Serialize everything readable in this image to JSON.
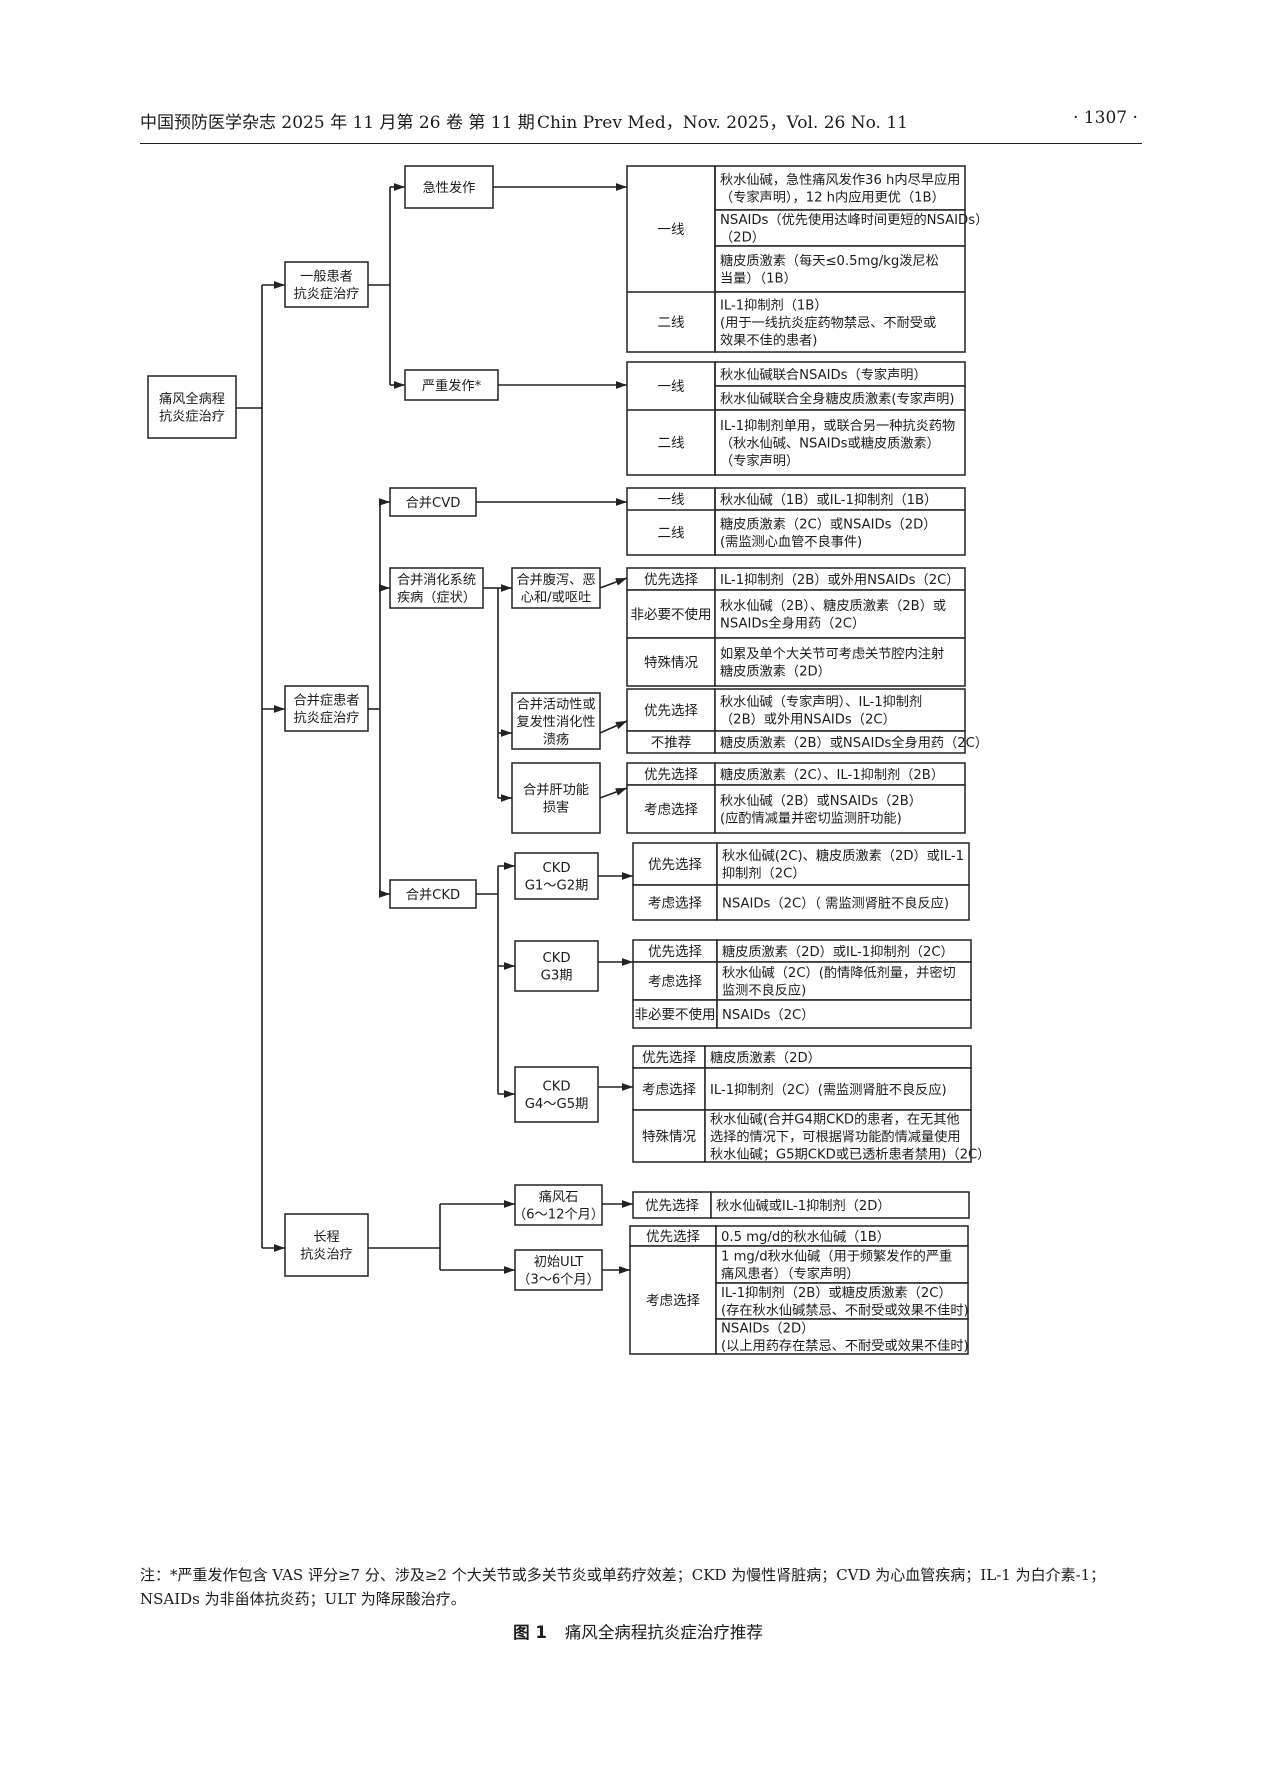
{
  "header": {
    "left": "中国预防医学杂志 2025 年 11 月第 26 卷 第 11 期",
    "middle": "Chin Prev Med，Nov. 2025，Vol. 26 No. 11",
    "page": "· 1307 ·"
  },
  "diagram": {
    "root": [
      "痛风全病程",
      "抗炎症治疗"
    ],
    "l1": {
      "general": [
        "一般患者",
        "抗炎症治疗"
      ],
      "comorbid": [
        "合并症患者",
        "抗炎症治疗"
      ],
      "longterm": [
        "长程",
        "抗炎治疗"
      ]
    },
    "l2": {
      "acute": [
        "急性发作"
      ],
      "severe": [
        "严重发作*"
      ],
      "cvd": [
        "合并CVD"
      ],
      "digestive": [
        "合并消化系统",
        "疾病（症状）"
      ],
      "ckd": [
        "合并CKD"
      ],
      "tophus": [
        "痛风石",
        "（6～12个月）"
      ],
      "ult": [
        "初始ULT",
        "（3～6个月）"
      ]
    },
    "l3": {
      "diarrhea": [
        "合并腹泻、恶",
        "心和/或呕吐"
      ],
      "ulcer": [
        "合并活动性或",
        "复发性消化性",
        "溃疡"
      ],
      "liver": [
        "合并肝功能",
        "损害"
      ],
      "ckd12": [
        "CKD",
        "G1～G2期"
      ],
      "ckd3": [
        "CKD",
        "G3期"
      ],
      "ckd45": [
        "CKD",
        "G4～G5期"
      ]
    },
    "tiers": {
      "first_line": "一线",
      "second_line": "二线",
      "preferred": "优先选择",
      "not_necessary": "非必要不使用",
      "special": "特殊情况",
      "not_recommended": "不推荐",
      "consider": "考虑选择"
    },
    "recs": {
      "acute_1a": [
        "秋水仙碱，急性痛风发作36 h内尽早应用",
        "（专家声明），12 h内应用更优（1B）"
      ],
      "acute_1b": [
        "NSAIDs（优先使用达峰时间更短的NSAIDs）",
        "（2D）"
      ],
      "acute_1c": [
        "糖皮质激素（每天≤0.5mg/kg泼尼松",
        "当量）（1B）"
      ],
      "acute_2": [
        "IL-1抑制剂（1B）",
        "(用于一线抗炎症药物禁忌、不耐受或",
        "效果不佳的患者)"
      ],
      "severe_1a": [
        "秋水仙碱联合NSAIDs（专家声明）"
      ],
      "severe_1b": [
        "秋水仙碱联合全身糖皮质激素(专家声明)"
      ],
      "severe_2": [
        "IL-1抑制剂单用，或联合另一种抗炎药物",
        "（秋水仙碱、NSAIDs或糖皮质激素）",
        "（专家声明）"
      ],
      "cvd_1": [
        "秋水仙碱（1B）或IL-1抑制剂（1B）"
      ],
      "cvd_2": [
        "糖皮质激素（2C）或NSAIDs（2D）",
        "(需监测心血管不良事件)"
      ],
      "diarrhea_pref": [
        "IL-1抑制剂（2B）或外用NSAIDs（2C）"
      ],
      "diarrhea_not": [
        "秋水仙碱（2B）、糖皮质激素（2B）或",
        "NSAIDs全身用药（2C）"
      ],
      "diarrhea_special": [
        "如累及单个大关节可考虑关节腔内注射",
        "糖皮质激素（2D）"
      ],
      "ulcer_pref": [
        "秋水仙碱（专家声明）、IL-1抑制剂",
        "（2B）或外用NSAIDs（2C）"
      ],
      "ulcer_not": [
        "糖皮质激素（2B）或NSAIDs全身用药（2C）"
      ],
      "liver_pref": [
        "糖皮质激素（2C）、IL-1抑制剂（2B）"
      ],
      "liver_consider": [
        "秋水仙碱（2B）或NSAIDs（2B）",
        "(应酌情减量并密切监测肝功能)"
      ],
      "ckd12_pref": [
        "秋水仙碱(2C)、糖皮质激素（2D）或IL-1",
        "抑制剂（2C）"
      ],
      "ckd12_consider": [
        "NSAIDs（2C）（ 需监测肾脏不良反应)"
      ],
      "ckd3_pref": [
        "糖皮质激素（2D）或IL-1抑制剂（2C）"
      ],
      "ckd3_consider": [
        "秋水仙碱（2C）(酌情降低剂量，并密切",
        "监测不良反应)"
      ],
      "ckd3_not": [
        "NSAIDs（2C）"
      ],
      "ckd45_pref": [
        "糖皮质激素（2D）"
      ],
      "ckd45_consider": [
        "IL-1抑制剂（2C）(需监测肾脏不良反应)"
      ],
      "ckd45_special": [
        "秋水仙碱(合并G4期CKD的患者，在无其他",
        "选择的情况下，可根据肾功能酌情减量使用",
        "秋水仙碱；G5期CKD或已透析患者禁用)（2C）"
      ],
      "tophus_pref": [
        "秋水仙碱或IL-1抑制剂（2D）"
      ],
      "ult_pref": [
        "0.5 mg/d的秋水仙碱（1B）"
      ],
      "ult_c1": [
        "1 mg/d秋水仙碱（用于频繁发作的严重",
        "痛风患者）（专家声明）"
      ],
      "ult_c2": [
        "IL-1抑制剂（2B）或糖皮质激素（2C）",
        "(存在秋水仙碱禁忌、不耐受或效果不佳时)"
      ],
      "ult_c3": [
        "NSAIDs（2D）",
        "(以上用药存在禁忌、不耐受或效果不佳时)"
      ]
    }
  },
  "note": "注：*严重发作包含 VAS 评分≥7 分、涉及≥2 个大关节或多关节炎或单药疗效差；CKD 为慢性肾脏病；CVD 为心血管疾病；IL-1 为白介素-1；NSAIDs 为非甾体抗炎药；ULT 为降尿酸治疗。",
  "caption": {
    "label": "图 1",
    "title": "痛风全病程抗炎症治疗推荐"
  }
}
